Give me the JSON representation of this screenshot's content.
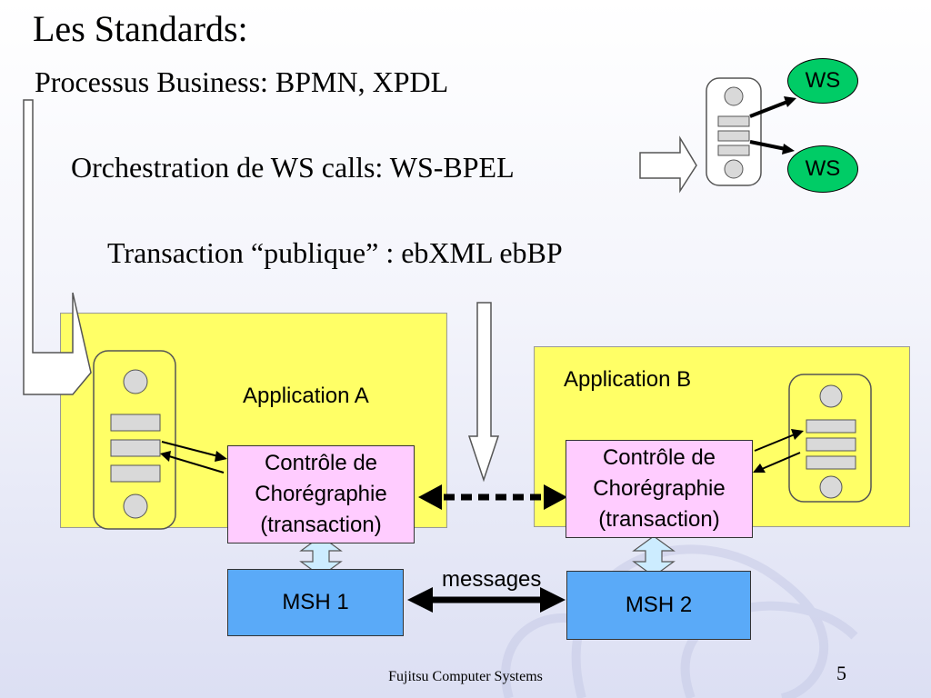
{
  "slide": {
    "title": "Les Standards:",
    "subtitle": "Processus Business: BPMN, XPDL",
    "line2": "Orchestration de WS calls: WS-BPEL",
    "line3": "Transaction “publique” : ebXML ebBP",
    "footer": "Fujitsu Computer Systems",
    "page_number": "5"
  },
  "diagram": {
    "app_a_label": "Application A",
    "app_b_label": "Application B",
    "choreo_a_label": "Contrôle de Chorégraphie (transaction)",
    "choreo_b_label": "Contrôle de Chorégraphie (transaction)",
    "msh1_label": "MSH 1",
    "msh2_label": "MSH 2",
    "messages_label": "messages",
    "ws_top_label": "WS",
    "ws_bottom_label": "WS"
  },
  "colors": {
    "app_fill": "#ffff66",
    "choreo_fill": "#ffccff",
    "msh_fill": "#5aaaf8",
    "ws_fill": "#00cc66",
    "arrow_fill": "#ccecff"
  }
}
